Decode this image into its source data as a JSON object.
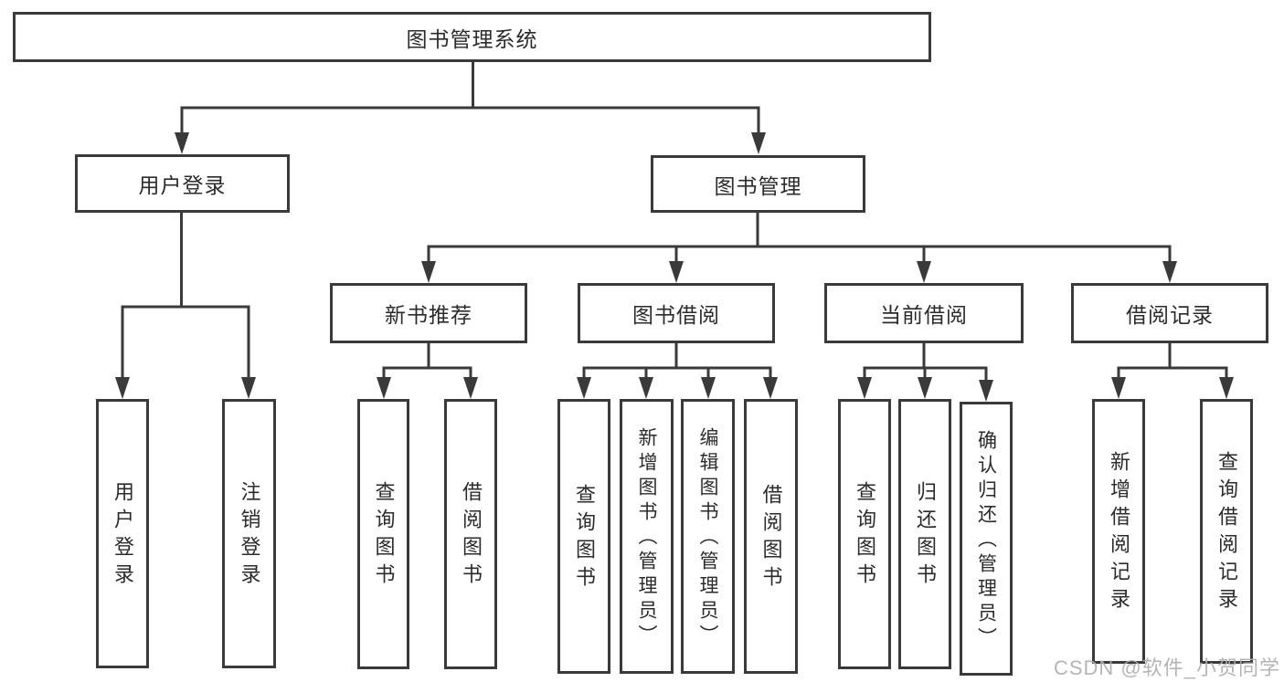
{
  "root": {
    "label": "图书管理系统"
  },
  "level2": [
    {
      "label": "用户登录"
    },
    {
      "label": "图书管理"
    }
  ],
  "level3": [
    {
      "label": "新书推荐"
    },
    {
      "label": "图书借阅"
    },
    {
      "label": "当前借阅"
    },
    {
      "label": "借阅记录"
    }
  ],
  "leaves": {
    "user_login": [
      "用户登录",
      "注销登录"
    ],
    "new_books": [
      "查询图书",
      "借阅图书"
    ],
    "book_borrowing": [
      "查询图书",
      "新增图书（管理员）",
      "编辑图书（管理员）",
      "借阅图书"
    ],
    "current_borrowing": [
      "查询图书",
      "归还图书",
      "确认归还（管理员）"
    ],
    "borrow_records": [
      "新增借阅记录",
      "查询借阅记录"
    ]
  },
  "watermark": {
    "text": "CSDN @软件_小贺同学"
  },
  "colors": {
    "line": "#3a3a3a",
    "box_border": "#3a3a3a",
    "text": "#2b2b2b",
    "watermark": "#afafaf",
    "background": "#ffffff"
  }
}
